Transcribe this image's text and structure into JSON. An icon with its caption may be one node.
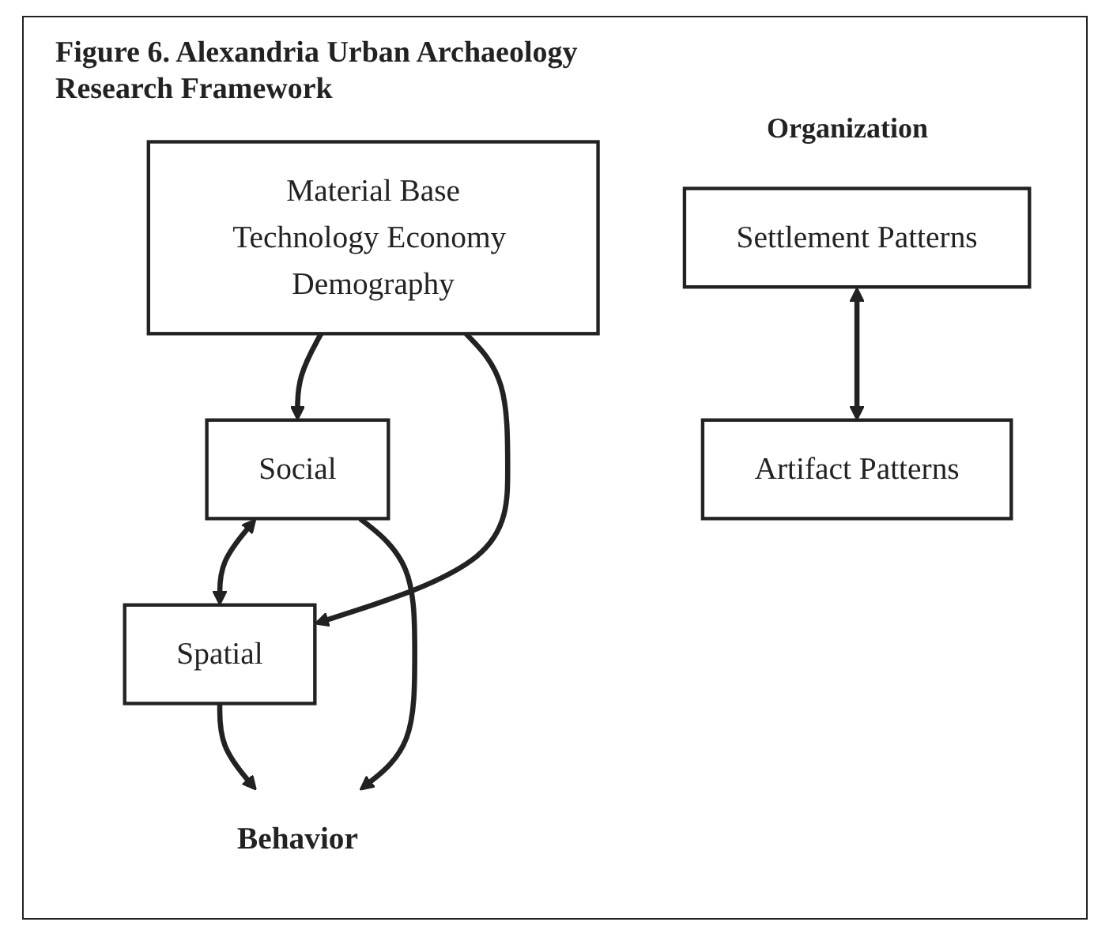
{
  "diagram": {
    "title": "Figure 6. Alexandria Urban Archaeology Research Framework",
    "nodes": [
      {
        "text": [
          "Material Base",
          "Technology Economy Demography"
        ]
      },
      {
        "text": [
          "Social"
        ]
      },
      {
        "text": [
          "Spatial"
        ]
      },
      {
        "text": [
          "Settlement Patterns"
        ]
      },
      {
        "text": [
          "Artifact Patterns"
        ]
      },
      {
        "text": [
          "Behavior"
        ]
      }
    ],
    "edges": [
      {
        "from": 0,
        "to": 1,
        "arrow": "to"
      },
      {
        "from": 0,
        "to": 2,
        "arrow": "to"
      },
      {
        "from": 1,
        "to": 2,
        "arrow": "both"
      },
      {
        "from": 1,
        "to": 5,
        "arrow": "to"
      },
      {
        "from": 2,
        "to": 5,
        "arrow": "to"
      },
      {
        "from": 3,
        "to": 4,
        "arrow": "both"
      }
    ],
    "labels": [
      "Organization"
    ]
  }
}
